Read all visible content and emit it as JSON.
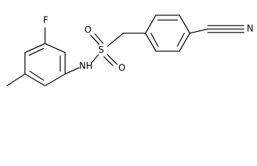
{
  "molecule": {
    "atoms": {
      "fluorine": "F",
      "sulfur": "S",
      "oxygen_upper": "O",
      "oxygen_lower": "O",
      "amide_nitrogen": "NH",
      "nitrile_nitrogen": "N"
    }
  }
}
